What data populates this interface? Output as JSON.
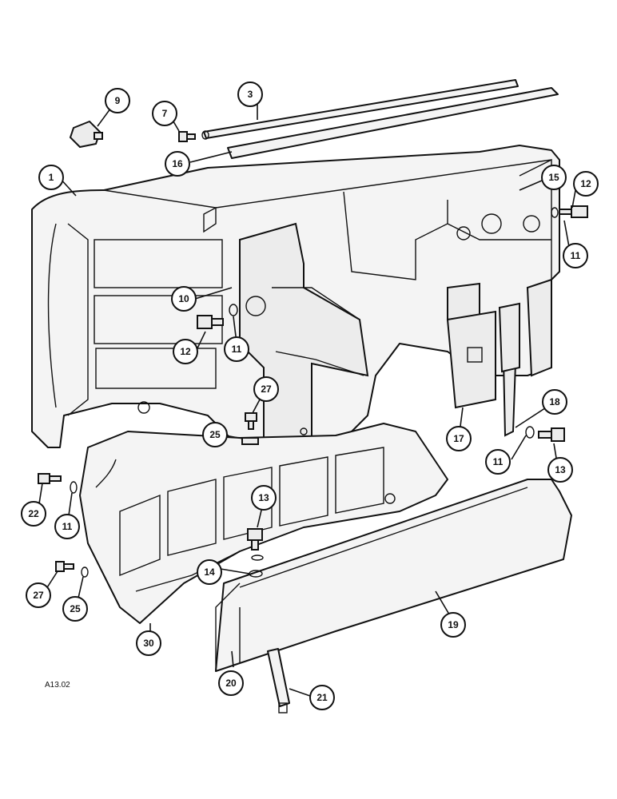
{
  "figure_ref": "A13.02",
  "callouts": [
    {
      "id": "c1",
      "label": "1"
    },
    {
      "id": "c3",
      "label": "3"
    },
    {
      "id": "c7",
      "label": "7"
    },
    {
      "id": "c9",
      "label": "9"
    },
    {
      "id": "c10",
      "label": "10"
    },
    {
      "id": "c11a",
      "label": "11"
    },
    {
      "id": "c11b",
      "label": "11"
    },
    {
      "id": "c11c",
      "label": "11"
    },
    {
      "id": "c11d",
      "label": "11"
    },
    {
      "id": "c12a",
      "label": "12"
    },
    {
      "id": "c12b",
      "label": "12"
    },
    {
      "id": "c13a",
      "label": "13"
    },
    {
      "id": "c13b",
      "label": "13"
    },
    {
      "id": "c14",
      "label": "14"
    },
    {
      "id": "c15",
      "label": "15"
    },
    {
      "id": "c16",
      "label": "16"
    },
    {
      "id": "c17",
      "label": "17"
    },
    {
      "id": "c18",
      "label": "18"
    },
    {
      "id": "c19",
      "label": "19"
    },
    {
      "id": "c20",
      "label": "20"
    },
    {
      "id": "c21",
      "label": "21"
    },
    {
      "id": "c22",
      "label": "22"
    },
    {
      "id": "c25a",
      "label": "25"
    },
    {
      "id": "c25b",
      "label": "25"
    },
    {
      "id": "c27a",
      "label": "27"
    },
    {
      "id": "c27b",
      "label": "27"
    },
    {
      "id": "c30",
      "label": "30"
    }
  ]
}
